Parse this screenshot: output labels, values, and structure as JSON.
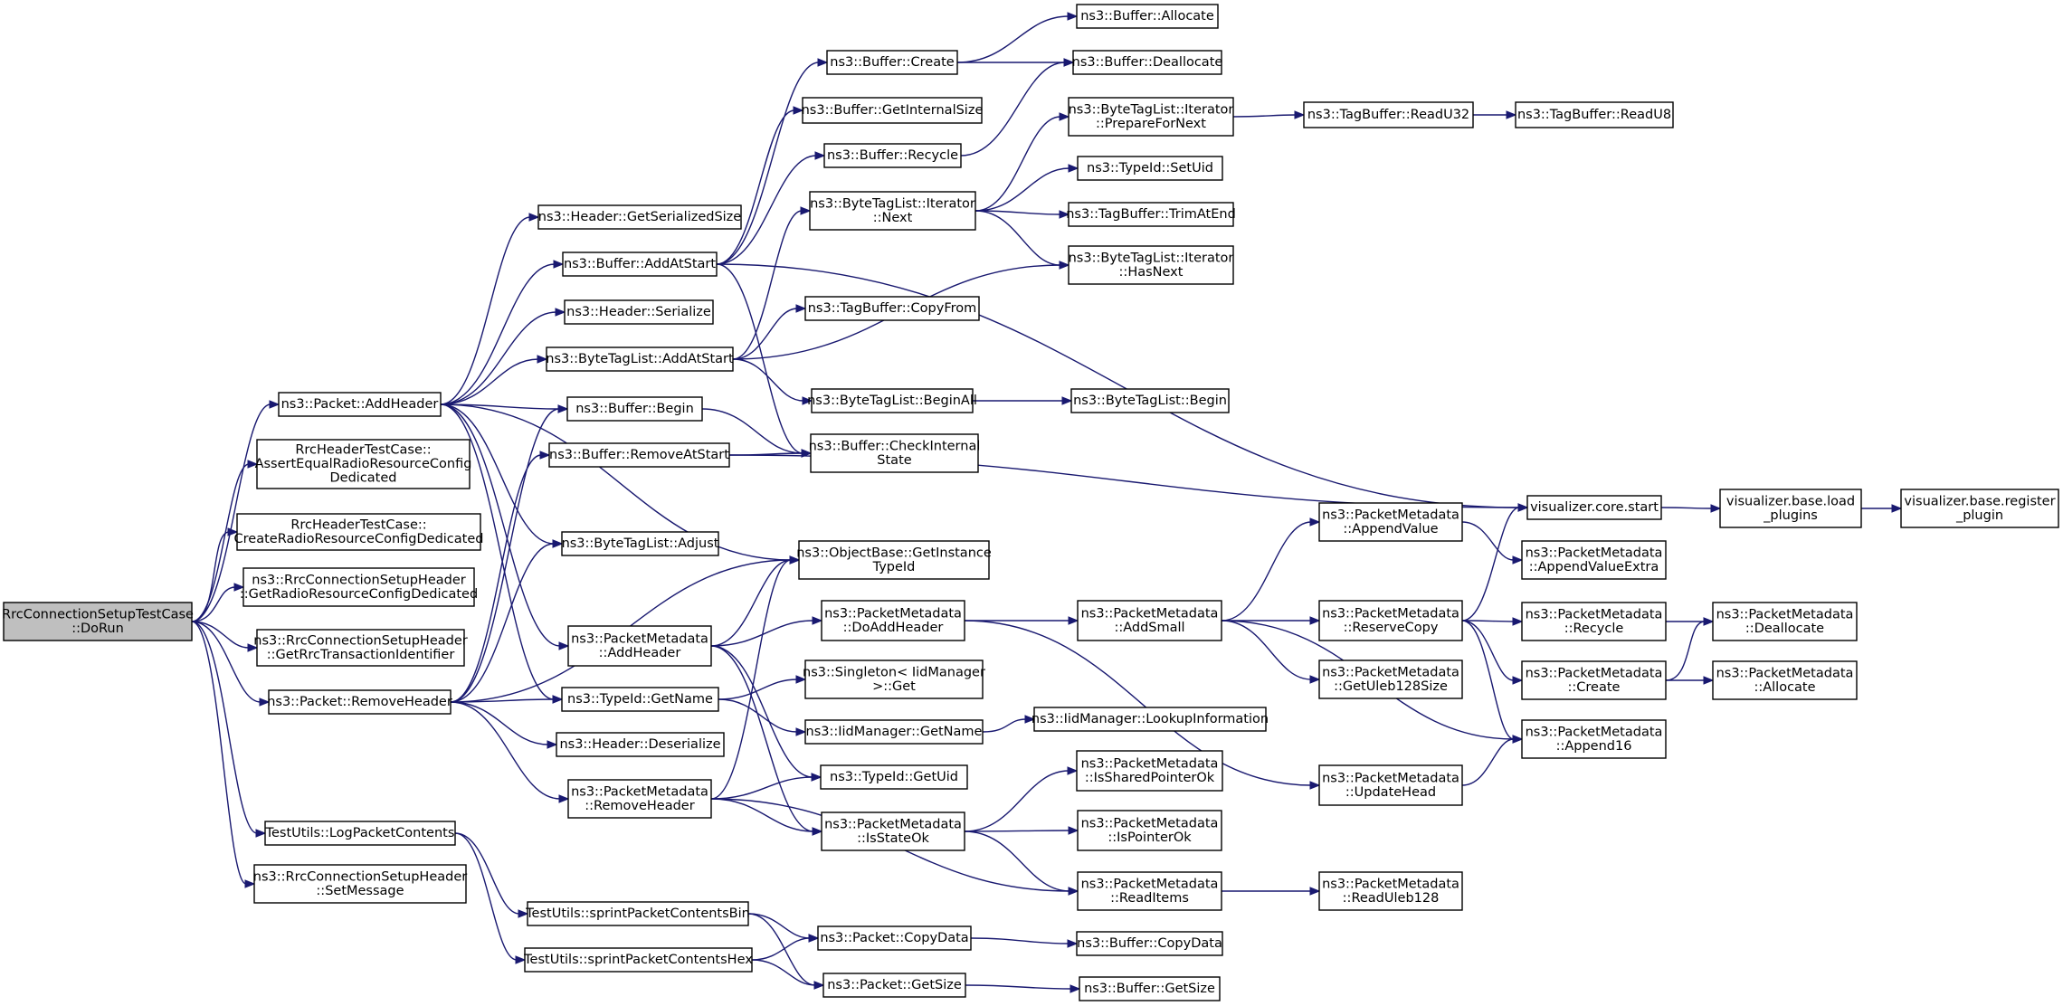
{
  "colors": {
    "edge": "#191970",
    "root_fill": "#bfbfbf",
    "node_fill": "#ffffff",
    "node_border": "#000000"
  },
  "nodes": [
    {
      "id": "dorun",
      "lines": [
        "RrcConnectionSetupTestCase",
        "::DoRun"
      ],
      "root": true
    },
    {
      "id": "addheader",
      "lines": [
        "ns3::Packet::AddHeader"
      ]
    },
    {
      "id": "assertequal",
      "lines": [
        "RrcHeaderTestCase::",
        "AssertEqualRadioResourceConfig",
        "Dedicated"
      ]
    },
    {
      "id": "createradio",
      "lines": [
        "RrcHeaderTestCase::",
        "CreateRadioResourceConfigDedicated"
      ]
    },
    {
      "id": "getradio",
      "lines": [
        "ns3::RrcConnectionSetupHeader",
        "::GetRadioResourceConfigDedicated"
      ]
    },
    {
      "id": "getrrc",
      "lines": [
        "ns3::RrcConnectionSetupHeader",
        "::GetRrcTransactionIdentifier"
      ]
    },
    {
      "id": "removeheader",
      "lines": [
        "ns3::Packet::RemoveHeader"
      ]
    },
    {
      "id": "logpacket",
      "lines": [
        "TestUtils::LogPacketContents"
      ]
    },
    {
      "id": "setmessage",
      "lines": [
        "ns3::RrcConnectionSetupHeader",
        "::SetMessage"
      ]
    },
    {
      "id": "getserialized",
      "lines": [
        "ns3::Header::GetSerializedSize"
      ]
    },
    {
      "id": "addatstart",
      "lines": [
        "ns3::Buffer::AddAtStart"
      ]
    },
    {
      "id": "hdrserialize",
      "lines": [
        "ns3::Header::Serialize"
      ]
    },
    {
      "id": "btladdatstart",
      "lines": [
        "ns3::ByteTagList::AddAtStart"
      ]
    },
    {
      "id": "bufbegin",
      "lines": [
        "ns3::Buffer::Begin"
      ]
    },
    {
      "id": "removeatstart",
      "lines": [
        "ns3::Buffer::RemoveAtStart"
      ]
    },
    {
      "id": "btladjust",
      "lines": [
        "ns3::ByteTagList::Adjust"
      ]
    },
    {
      "id": "pmaddheader",
      "lines": [
        "ns3::PacketMetadata",
        "::AddHeader"
      ]
    },
    {
      "id": "typeidgetname",
      "lines": [
        "ns3::TypeId::GetName"
      ]
    },
    {
      "id": "hdrdeserialize",
      "lines": [
        "ns3::Header::Deserialize"
      ]
    },
    {
      "id": "pmremoveheader",
      "lines": [
        "ns3::PacketMetadata",
        "::RemoveHeader"
      ]
    },
    {
      "id": "sprintbin",
      "lines": [
        "TestUtils::sprintPacketContentsBin"
      ]
    },
    {
      "id": "sprinthex",
      "lines": [
        "TestUtils::sprintPacketContentsHex"
      ]
    },
    {
      "id": "bufcreate",
      "lines": [
        "ns3::Buffer::Create"
      ]
    },
    {
      "id": "getinternalsize",
      "lines": [
        "ns3::Buffer::GetInternalSize"
      ]
    },
    {
      "id": "bufrecycle",
      "lines": [
        "ns3::Buffer::Recycle"
      ]
    },
    {
      "id": "btliternext",
      "lines": [
        "ns3::ByteTagList::Iterator",
        "::Next"
      ]
    },
    {
      "id": "tbcopyfrom",
      "lines": [
        "ns3::TagBuffer::CopyFrom"
      ]
    },
    {
      "id": "btlbeginall",
      "lines": [
        "ns3::ByteTagList::BeginAll"
      ]
    },
    {
      "id": "checkinternal",
      "lines": [
        "ns3::Buffer::CheckInternal",
        "State"
      ]
    },
    {
      "id": "getinstancetypeid",
      "lines": [
        "ns3::ObjectBase::GetInstance",
        "TypeId"
      ]
    },
    {
      "id": "pmdoaddheader",
      "lines": [
        "ns3::PacketMetadata",
        "::DoAddHeader"
      ]
    },
    {
      "id": "singletonget",
      "lines": [
        "ns3::Singleton< IidManager",
        " >::Get"
      ]
    },
    {
      "id": "iidgetname",
      "lines": [
        "ns3::IidManager::GetName"
      ]
    },
    {
      "id": "typeidgetuid",
      "lines": [
        "ns3::TypeId::GetUid"
      ]
    },
    {
      "id": "pmisstateok",
      "lines": [
        "ns3::PacketMetadata",
        "::IsStateOk"
      ]
    },
    {
      "id": "pktcopydata",
      "lines": [
        "ns3::Packet::CopyData"
      ]
    },
    {
      "id": "pktgetsize",
      "lines": [
        "ns3::Packet::GetSize"
      ]
    },
    {
      "id": "bufallocate",
      "lines": [
        "ns3::Buffer::Allocate"
      ]
    },
    {
      "id": "bufdeallocate",
      "lines": [
        "ns3::Buffer::Deallocate"
      ]
    },
    {
      "id": "btlprepare",
      "lines": [
        "ns3::ByteTagList::Iterator",
        "::PrepareForNext"
      ]
    },
    {
      "id": "typeidsetuid",
      "lines": [
        "ns3::TypeId::SetUid"
      ]
    },
    {
      "id": "tbtrimatend",
      "lines": [
        "ns3::TagBuffer::TrimAtEnd"
      ]
    },
    {
      "id": "btlhasnext",
      "lines": [
        "ns3::ByteTagList::Iterator",
        "::HasNext"
      ]
    },
    {
      "id": "btlbegin",
      "lines": [
        "ns3::ByteTagList::Begin"
      ]
    },
    {
      "id": "pmaddsmall",
      "lines": [
        "ns3::PacketMetadata",
        "::AddSmall"
      ]
    },
    {
      "id": "iidlookup",
      "lines": [
        "ns3::IidManager::LookupInformation"
      ]
    },
    {
      "id": "pmissharedptr",
      "lines": [
        "ns3::PacketMetadata",
        "::IsSharedPointerOk"
      ]
    },
    {
      "id": "pmispointer",
      "lines": [
        "ns3::PacketMetadata",
        "::IsPointerOk"
      ]
    },
    {
      "id": "pmreaditems",
      "lines": [
        "ns3::PacketMetadata",
        "::ReadItems"
      ]
    },
    {
      "id": "bufcopydata",
      "lines": [
        "ns3::Buffer::CopyData"
      ]
    },
    {
      "id": "bufgetsize",
      "lines": [
        "ns3::Buffer::GetSize"
      ]
    },
    {
      "id": "tbreadu32",
      "lines": [
        "ns3::TagBuffer::ReadU32"
      ]
    },
    {
      "id": "tbreadu8",
      "lines": [
        "ns3::TagBuffer::ReadU8"
      ]
    },
    {
      "id": "vizcorestart",
      "lines": [
        "visualizer.core.start"
      ]
    },
    {
      "id": "pmappendvalue",
      "lines": [
        "ns3::PacketMetadata",
        "::AppendValue"
      ]
    },
    {
      "id": "pmreservecopy",
      "lines": [
        "ns3::PacketMetadata",
        "::ReserveCopy"
      ]
    },
    {
      "id": "pmgetuleb",
      "lines": [
        "ns3::PacketMetadata",
        "::GetUleb128Size"
      ]
    },
    {
      "id": "pmupdatehead",
      "lines": [
        "ns3::PacketMetadata",
        "::UpdateHead"
      ]
    },
    {
      "id": "pmreaduleb",
      "lines": [
        "ns3::PacketMetadata",
        "::ReadUleb128"
      ]
    },
    {
      "id": "vizloadplugins",
      "lines": [
        "visualizer.base.load",
        "_plugins"
      ]
    },
    {
      "id": "pmappendvalueextra",
      "lines": [
        "ns3::PacketMetadata",
        "::AppendValueExtra"
      ]
    },
    {
      "id": "pmrecycle",
      "lines": [
        "ns3::PacketMetadata",
        "::Recycle"
      ]
    },
    {
      "id": "pmcreate",
      "lines": [
        "ns3::PacketMetadata",
        "::Create"
      ]
    },
    {
      "id": "pmappend16",
      "lines": [
        "ns3::PacketMetadata",
        "::Append16"
      ]
    },
    {
      "id": "vizregister",
      "lines": [
        "visualizer.base.register",
        "_plugin"
      ]
    },
    {
      "id": "pmdeallocate",
      "lines": [
        "ns3::PacketMetadata",
        "::Deallocate"
      ]
    },
    {
      "id": "pmallocate",
      "lines": [
        "ns3::PacketMetadata",
        "::Allocate"
      ]
    }
  ],
  "edges": [
    [
      "dorun",
      "addheader"
    ],
    [
      "dorun",
      "assertequal"
    ],
    [
      "dorun",
      "createradio"
    ],
    [
      "dorun",
      "getradio"
    ],
    [
      "dorun",
      "getrrc"
    ],
    [
      "dorun",
      "removeheader"
    ],
    [
      "dorun",
      "logpacket"
    ],
    [
      "dorun",
      "setmessage"
    ],
    [
      "addheader",
      "getserialized"
    ],
    [
      "addheader",
      "addatstart"
    ],
    [
      "addheader",
      "hdrserialize"
    ],
    [
      "addheader",
      "btladdatstart"
    ],
    [
      "addheader",
      "bufbegin"
    ],
    [
      "addheader",
      "btladjust"
    ],
    [
      "addheader",
      "getinstancetypeid"
    ],
    [
      "addheader",
      "pmaddheader"
    ],
    [
      "addheader",
      "typeidgetname"
    ],
    [
      "removeheader",
      "bufbegin"
    ],
    [
      "removeheader",
      "removeatstart"
    ],
    [
      "removeheader",
      "btladjust"
    ],
    [
      "removeheader",
      "getinstancetypeid"
    ],
    [
      "removeheader",
      "typeidgetname"
    ],
    [
      "removeheader",
      "hdrdeserialize"
    ],
    [
      "removeheader",
      "pmremoveheader"
    ],
    [
      "logpacket",
      "sprintbin"
    ],
    [
      "logpacket",
      "sprinthex"
    ],
    [
      "addatstart",
      "bufcreate"
    ],
    [
      "addatstart",
      "getinternalsize"
    ],
    [
      "addatstart",
      "bufrecycle"
    ],
    [
      "addatstart",
      "checkinternal"
    ],
    [
      "addatstart",
      "vizcorestart"
    ],
    [
      "btladdatstart",
      "btliternext"
    ],
    [
      "btladdatstart",
      "tbcopyfrom"
    ],
    [
      "btladdatstart",
      "btlhasnext"
    ],
    [
      "btladdatstart",
      "btlbeginall"
    ],
    [
      "bufbegin",
      "checkinternal"
    ],
    [
      "removeatstart",
      "checkinternal"
    ],
    [
      "removeatstart",
      "vizcorestart"
    ],
    [
      "pmaddheader",
      "getinstancetypeid"
    ],
    [
      "pmaddheader",
      "pmdoaddheader"
    ],
    [
      "pmaddheader",
      "typeidgetuid"
    ],
    [
      "pmaddheader",
      "pmisstateok"
    ],
    [
      "typeidgetname",
      "singletonget"
    ],
    [
      "typeidgetname",
      "iidgetname"
    ],
    [
      "pmremoveheader",
      "getinstancetypeid"
    ],
    [
      "pmremoveheader",
      "typeidgetuid"
    ],
    [
      "pmremoveheader",
      "pmisstateok"
    ],
    [
      "pmremoveheader",
      "pmreaditems"
    ],
    [
      "sprintbin",
      "pktcopydata"
    ],
    [
      "sprintbin",
      "pktgetsize"
    ],
    [
      "sprinthex",
      "pktcopydata"
    ],
    [
      "sprinthex",
      "pktgetsize"
    ],
    [
      "bufcreate",
      "bufallocate"
    ],
    [
      "bufcreate",
      "bufdeallocate"
    ],
    [
      "bufrecycle",
      "bufdeallocate"
    ],
    [
      "btliternext",
      "btlprepare"
    ],
    [
      "btliternext",
      "typeidsetuid"
    ],
    [
      "btliternext",
      "tbtrimatend"
    ],
    [
      "btliternext",
      "btlhasnext"
    ],
    [
      "btlbeginall",
      "btlbegin"
    ],
    [
      "pmdoaddheader",
      "pmaddsmall"
    ],
    [
      "pmdoaddheader",
      "pmupdatehead"
    ],
    [
      "iidgetname",
      "iidlookup"
    ],
    [
      "pmisstateok",
      "pmissharedptr"
    ],
    [
      "pmisstateok",
      "pmispointer"
    ],
    [
      "pmisstateok",
      "pmreaditems"
    ],
    [
      "pktcopydata",
      "bufcopydata"
    ],
    [
      "pktgetsize",
      "bufgetsize"
    ],
    [
      "btlprepare",
      "tbreadu32"
    ],
    [
      "tbreadu32",
      "tbreadu8"
    ],
    [
      "pmaddsmall",
      "pmappendvalue"
    ],
    [
      "pmaddsmall",
      "pmreservecopy"
    ],
    [
      "pmaddsmall",
      "pmgetuleb"
    ],
    [
      "pmaddsmall",
      "pmappend16"
    ],
    [
      "pmreaditems",
      "pmreaduleb"
    ],
    [
      "vizcorestart",
      "vizloadplugins"
    ],
    [
      "vizloadplugins",
      "vizregister"
    ],
    [
      "pmappendvalue",
      "pmappendvalueextra"
    ],
    [
      "pmreservecopy",
      "vizcorestart"
    ],
    [
      "pmreservecopy",
      "pmrecycle"
    ],
    [
      "pmreservecopy",
      "pmcreate"
    ],
    [
      "pmreservecopy",
      "pmappend16"
    ],
    [
      "pmupdatehead",
      "pmappend16"
    ],
    [
      "pmrecycle",
      "pmdeallocate"
    ],
    [
      "pmcreate",
      "pmdeallocate"
    ],
    [
      "pmcreate",
      "pmallocate"
    ]
  ]
}
